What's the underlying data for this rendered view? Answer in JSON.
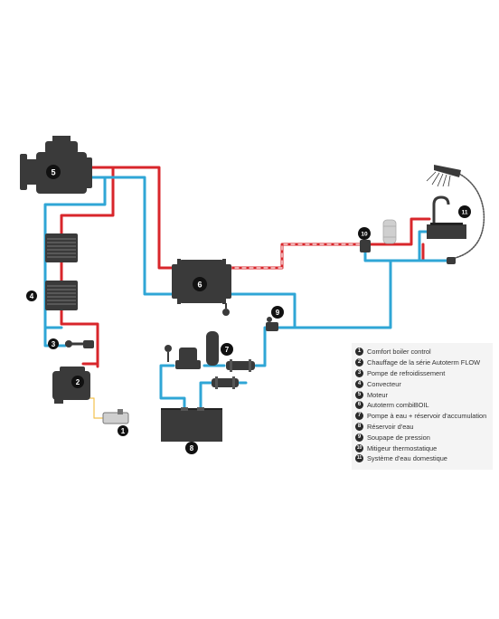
{
  "markers": {
    "m1": "1",
    "m2": "2",
    "m3": "3",
    "m4": "4",
    "m5": "5",
    "m6": "6",
    "m7": "7",
    "m8": "8",
    "m9": "9",
    "m10": "10",
    "m11": "11"
  },
  "legend": [
    {
      "num": "1",
      "label": "Comfort boiler control"
    },
    {
      "num": "2",
      "label": "Chauffage de la série Autoterm FLOW"
    },
    {
      "num": "3",
      "label": "Pompe de refroidissement"
    },
    {
      "num": "4",
      "label": "Convecteur"
    },
    {
      "num": "5",
      "label": "Moteur"
    },
    {
      "num": "6",
      "label": "Autoterm combiBOIL"
    },
    {
      "num": "7",
      "label": "Pompe à eau + réservoir d'accumulation"
    },
    {
      "num": "8",
      "label": "Réservoir d'eau"
    },
    {
      "num": "9",
      "label": "Soupape de pression"
    },
    {
      "num": "10",
      "label": "Mitigeur thermostatique"
    },
    {
      "num": "11",
      "label": "Système d'eau domestique"
    }
  ],
  "colors": {
    "hot_pipe": "#d8262b",
    "cold_pipe": "#2fa6d6",
    "equipment": "#3a3a3a",
    "control_wire": "#f2c14e",
    "legend_bg": "#f4f4f4"
  }
}
